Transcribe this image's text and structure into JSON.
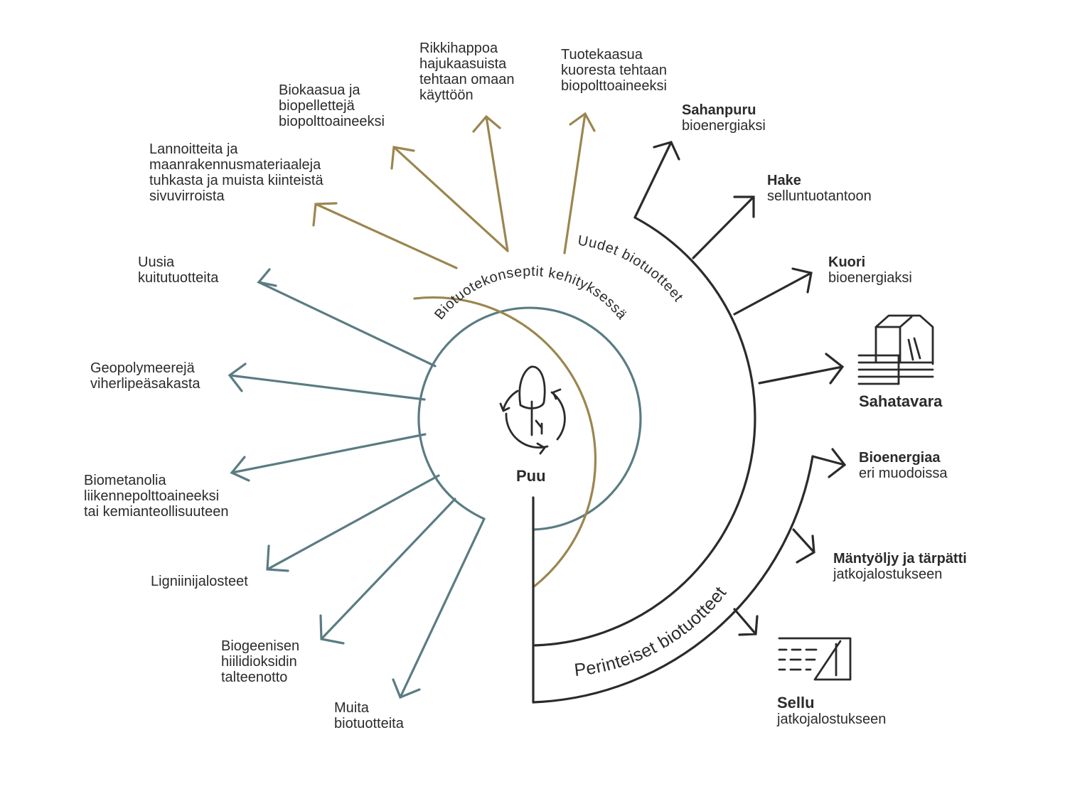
{
  "colors": {
    "inner": "#5a7c82",
    "middle": "#9b8650",
    "outer": "#2b2b2b"
  },
  "center": {
    "label": "Puu",
    "icon": "tree-cycle-icon"
  },
  "rings": {
    "inner": "Biotuotekonseptit kehityksessä",
    "middle": "Uudet biotuotteet",
    "outer": "Perinteiset biotuotteet"
  },
  "inner_outputs": [
    {
      "lines": [
        "Uusia",
        "kuitutuotteita"
      ]
    },
    {
      "lines": [
        "Geopolymeerejä",
        "viherlipeäsakasta"
      ]
    },
    {
      "lines": [
        "Biometanolia",
        "liikennepolttoaineeksi",
        "tai kemianteollisuuteen"
      ]
    },
    {
      "lines": [
        "Ligniinijalosteet"
      ]
    },
    {
      "lines": [
        "Biogeenisen",
        "hiilidioksidin",
        "talteenotto"
      ]
    },
    {
      "lines": [
        "Muita",
        "biotuotteita"
      ]
    }
  ],
  "middle_outputs": [
    {
      "lines": [
        "Lannoitteita ja",
        "maanrakennusmateriaaleja",
        "tuhkasta ja muista kiinteistä",
        "sivuvirroista"
      ]
    },
    {
      "lines": [
        "Biokaasua ja",
        "biopellettejä",
        "biopolttoaineeksi"
      ]
    },
    {
      "lines": [
        "Rikkihappoa",
        "hajukaasuista",
        "tehtaan omaan",
        "käyttöön"
      ]
    },
    {
      "lines": [
        "Tuotekaasua",
        "kuoresta tehtaan",
        "biopolttoaineeksi"
      ]
    }
  ],
  "outer_outputs": [
    {
      "head": "Sahanpuru",
      "sub": "bioenergiaksi"
    },
    {
      "head": "Hake",
      "sub": "selluntuotantoon"
    },
    {
      "head": "Kuori",
      "sub": "bioenergiaksi"
    },
    {
      "head": "Sahatavara",
      "sub": "",
      "icon": "sawmill-icon"
    },
    {
      "head": "Bioenergiaa",
      "sub": "eri muodoissa"
    },
    {
      "head": "Mäntyöljy ja tärpätti",
      "sub": "jatkojalostukseen"
    },
    {
      "head": "Sellu",
      "sub": "jatkojalostukseen",
      "icon": "pulp-mill-icon"
    }
  ]
}
